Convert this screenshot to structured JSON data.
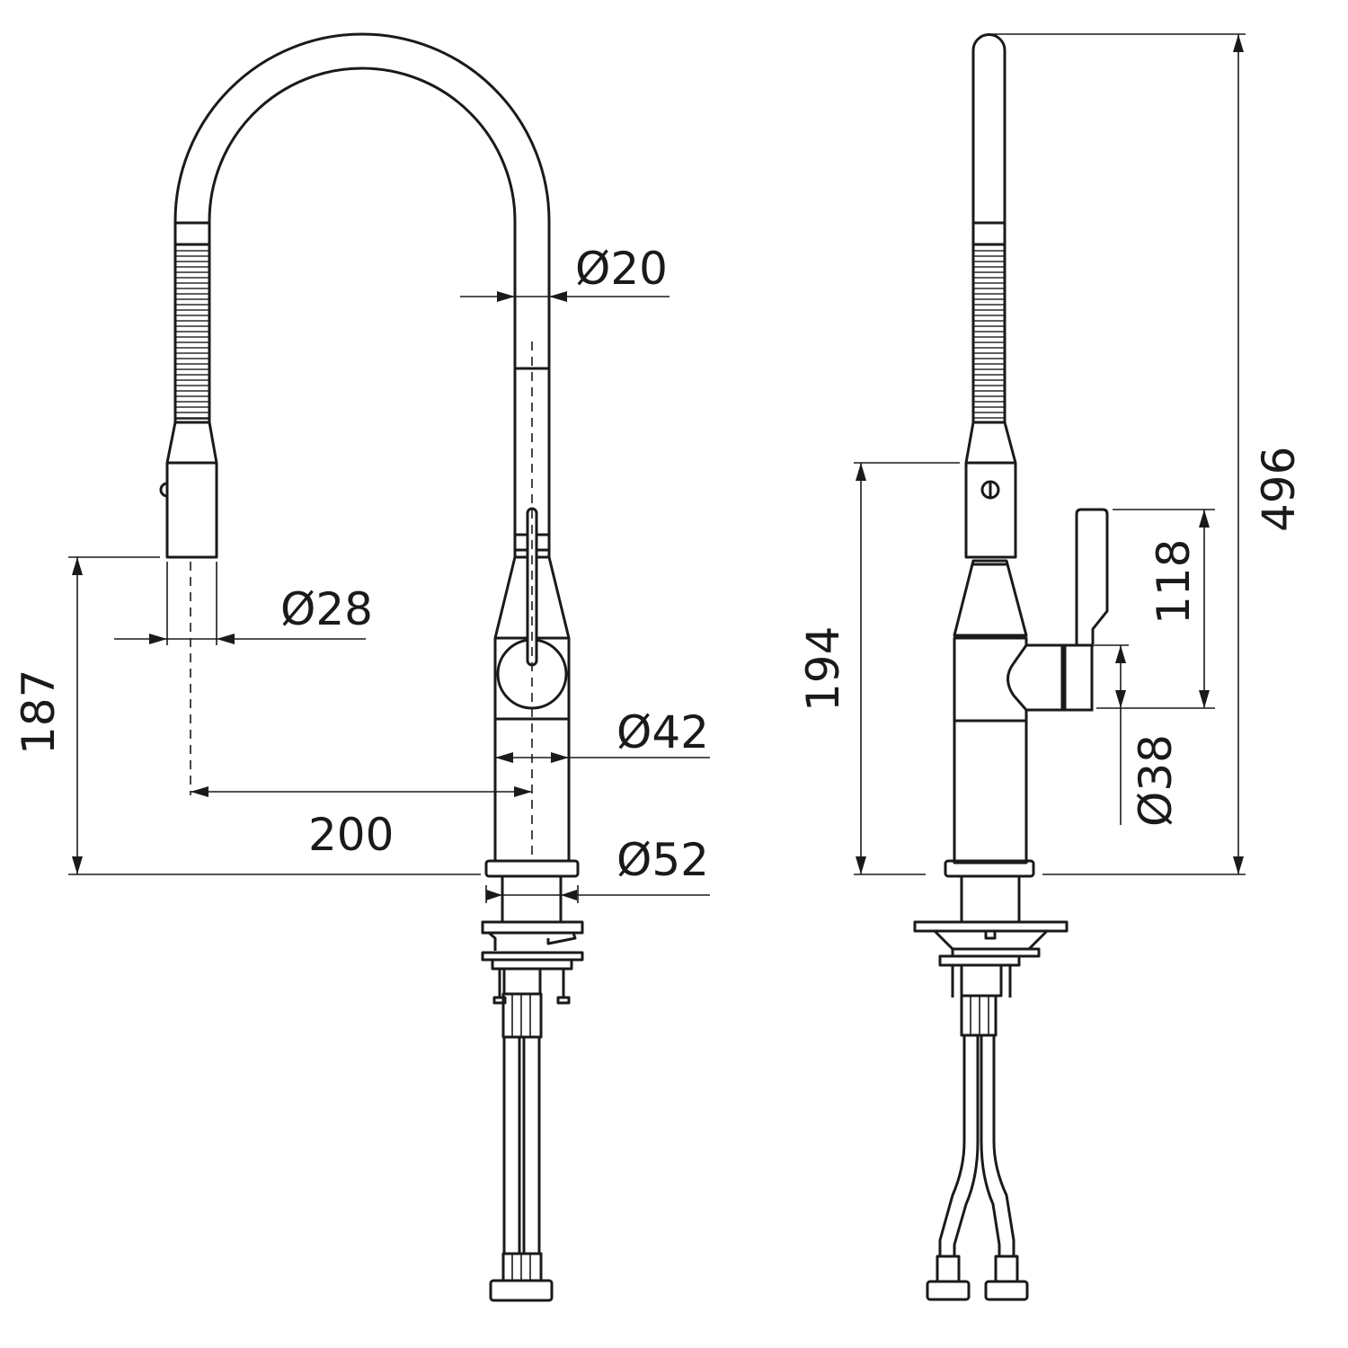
{
  "title": "Pull-out kitchen mixer dimension drawing",
  "views": {
    "front": {
      "dimensions": {
        "hose_diameter": "Ø20",
        "spray_head_diameter": "Ø28",
        "spout_height": "187",
        "spout_reach": "200",
        "body_diameter": "Ø42",
        "base_diameter": "Ø52"
      }
    },
    "side": {
      "dimensions": {
        "total_height": "496",
        "body_height": "194",
        "lever_height": "118",
        "cartridge_diameter": "Ø38"
      }
    }
  }
}
